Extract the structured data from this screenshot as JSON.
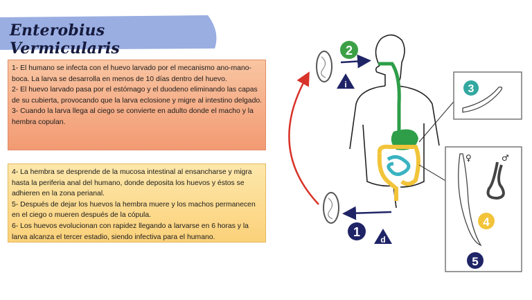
{
  "title": "Enterobius Vermicularis",
  "steps_top": [
    "1- El humano se infecta con el huevo larvado por el mecanismo ano-mano-boca. La larva se desarrolla en menos de 10 días dentro del huevo.",
    "2- El huevo larvado pasa por el estómago y el duodeno eliminando las capas de su cubierta, provocando que la larva eclosione y migre al intestino delgado.",
    "3- Cuando la larva llega al ciego se convierte en adulto donde el macho y la hembra copulan."
  ],
  "steps_bottom": [
    "4- La hembra se desprende de la mucosa intestinal al ensancharse y migra hasta la periferia anal del humano, donde deposita los huevos y éstos se adhieren en la zona perianal.",
    "5- Después de dejar los huevos la hembra muere y los machos permanecen en el ciego o mueren después de la cópula.",
    "6- Los huevos evolucionan con rapidez llegando a larvarse en 6 horas y la larva alcanza el tercer estadio, siendo infectiva para el humano."
  ],
  "labels": {
    "step1": "1",
    "step2": "2",
    "step3": "3",
    "step4": "4",
    "step5": "5",
    "infective": "i",
    "diagnostic": "d",
    "female_symbol": "♀",
    "male_symbol": "♂"
  },
  "colors": {
    "title_banner": "#9aaee2",
    "top_box": "#f4a57e",
    "bottom_box": "#fcd98a",
    "step_green": "#3ca046",
    "step_teal": "#32a8a0",
    "step_yellow": "#f2c43a",
    "step_navy": "#1f2466",
    "cycle_arrow": "#d8332a",
    "digestive_green": "#2e9e48",
    "intestine_yellow": "#f2c43a",
    "small_intestine_teal": "#3ab3c2"
  }
}
